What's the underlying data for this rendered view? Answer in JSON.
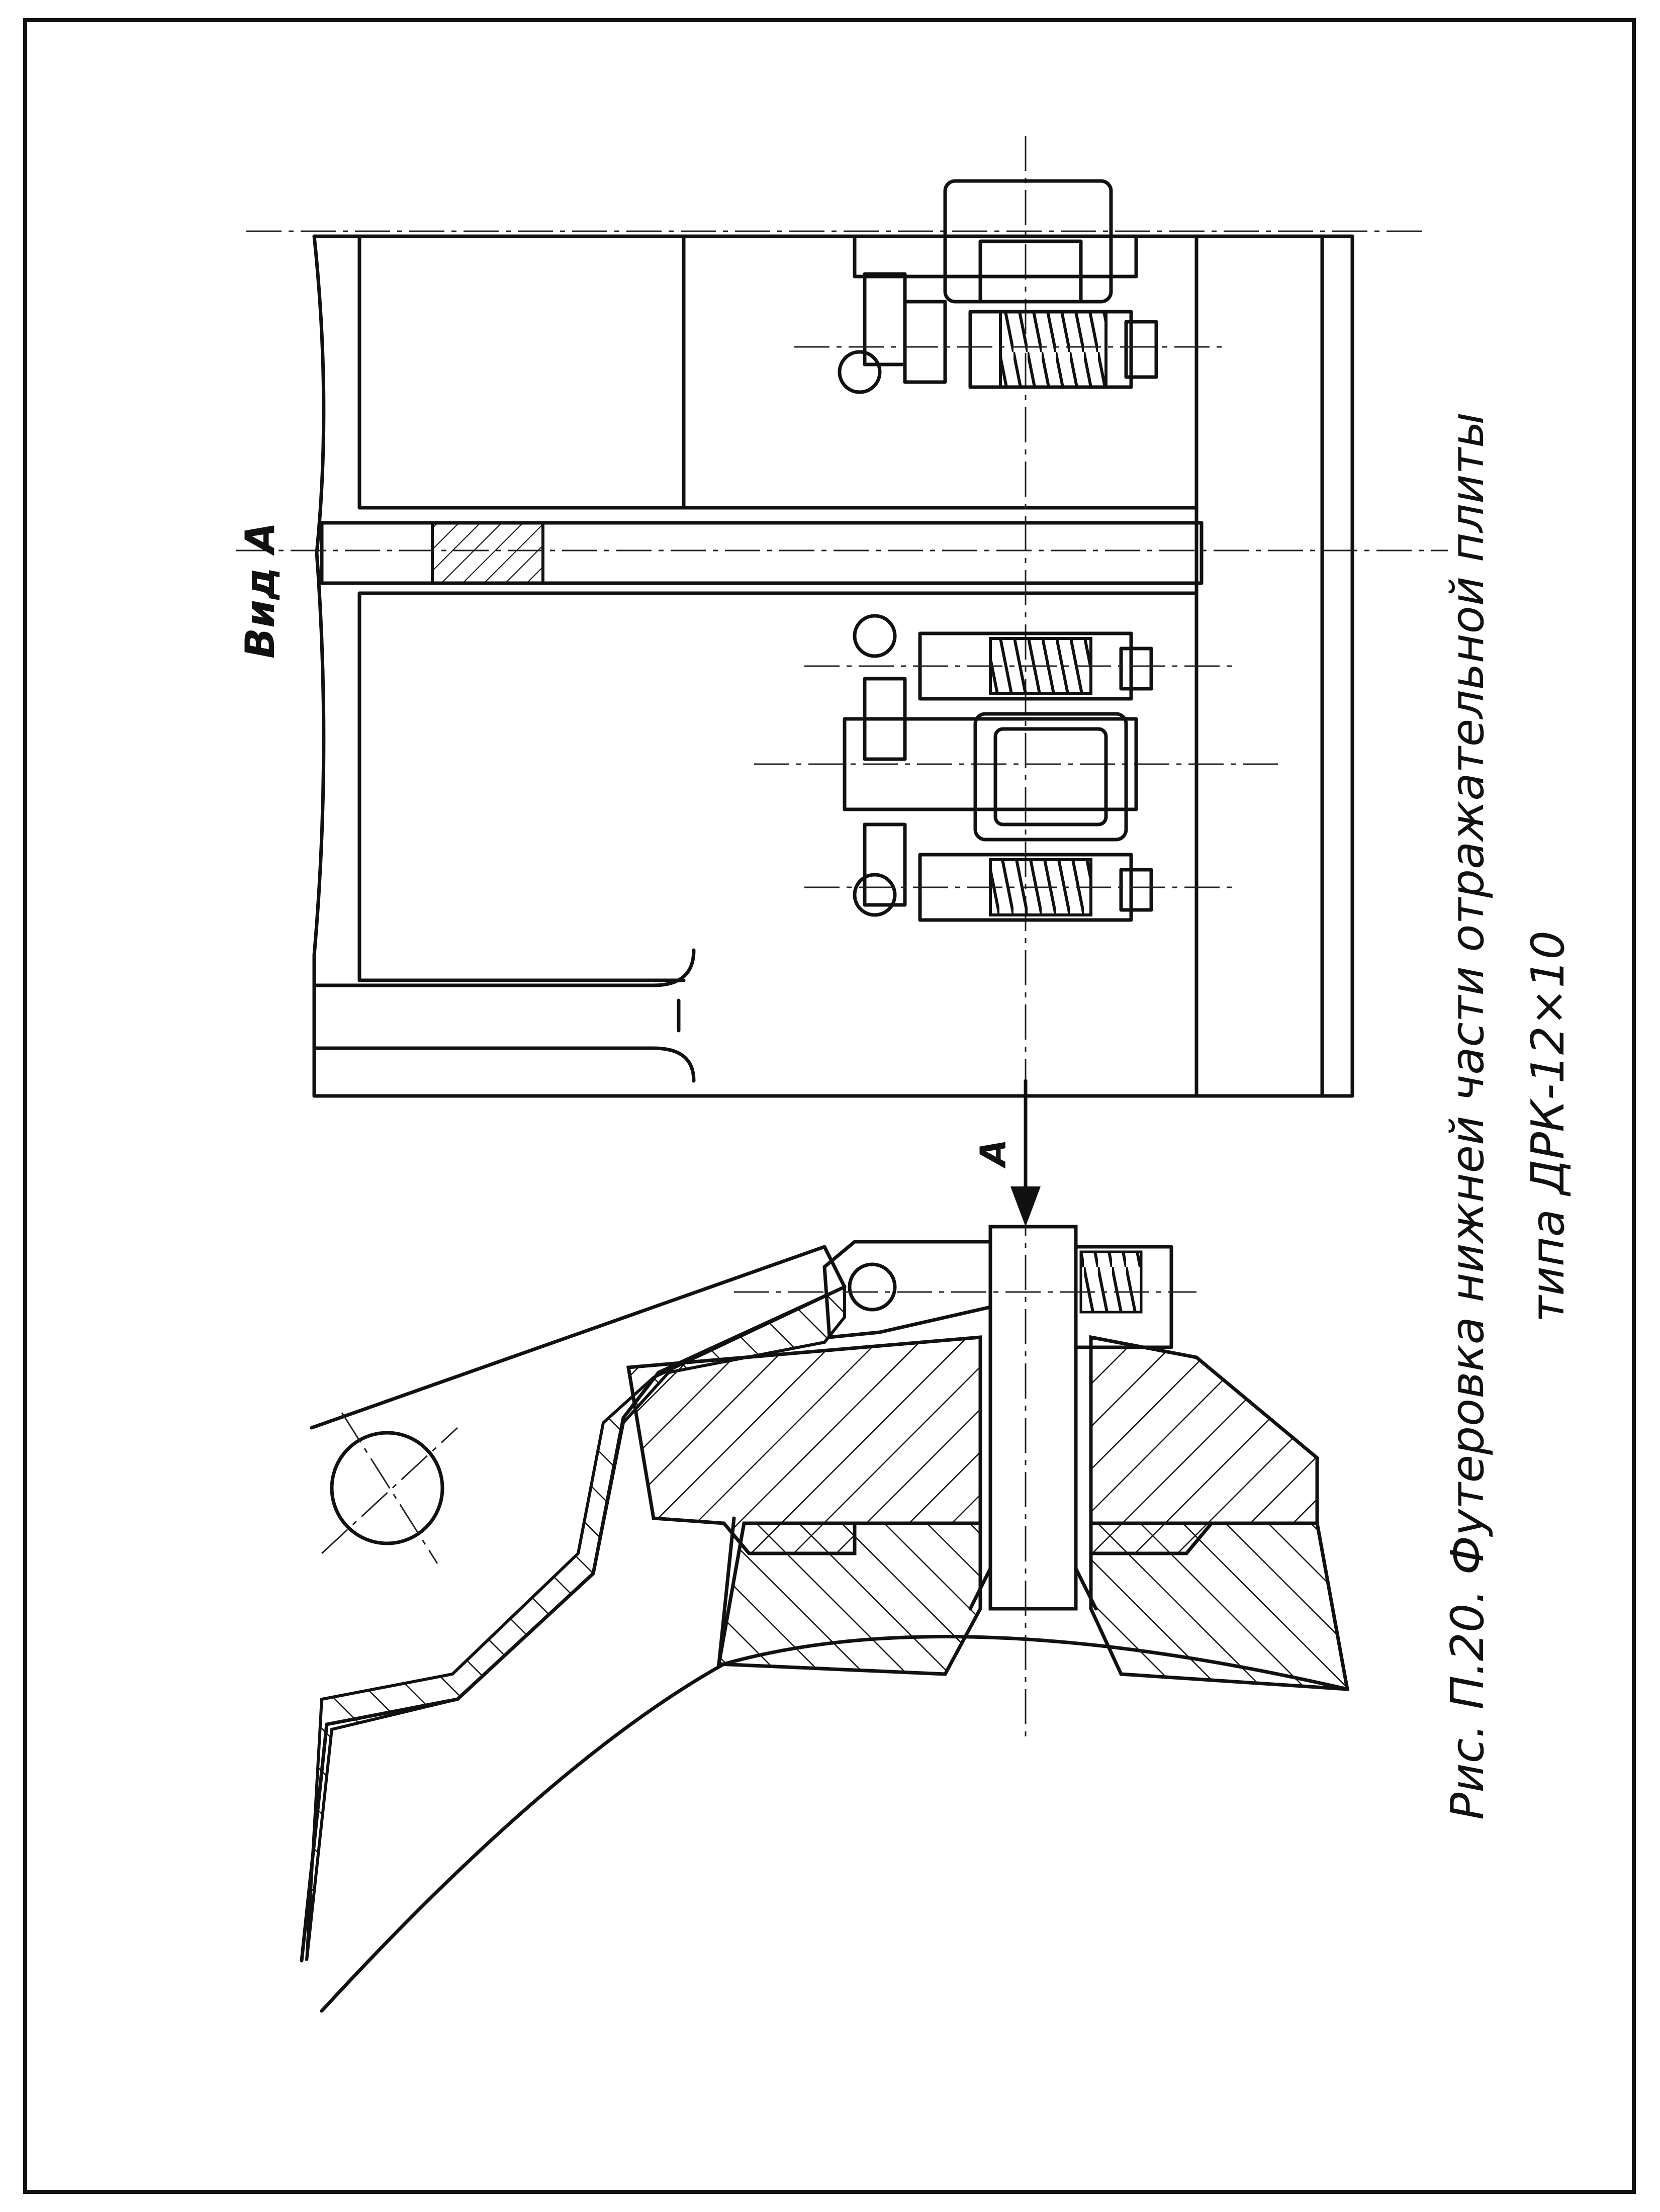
{
  "caption": {
    "line1": "Рис. П.20. Футеровка нижней части отражательной плиты",
    "line2": "типа ДРК-12×10"
  },
  "view_label": "Вид А",
  "arrow_label": "А",
  "colors": {
    "ink": "#111111",
    "paper": "#ffffff"
  }
}
